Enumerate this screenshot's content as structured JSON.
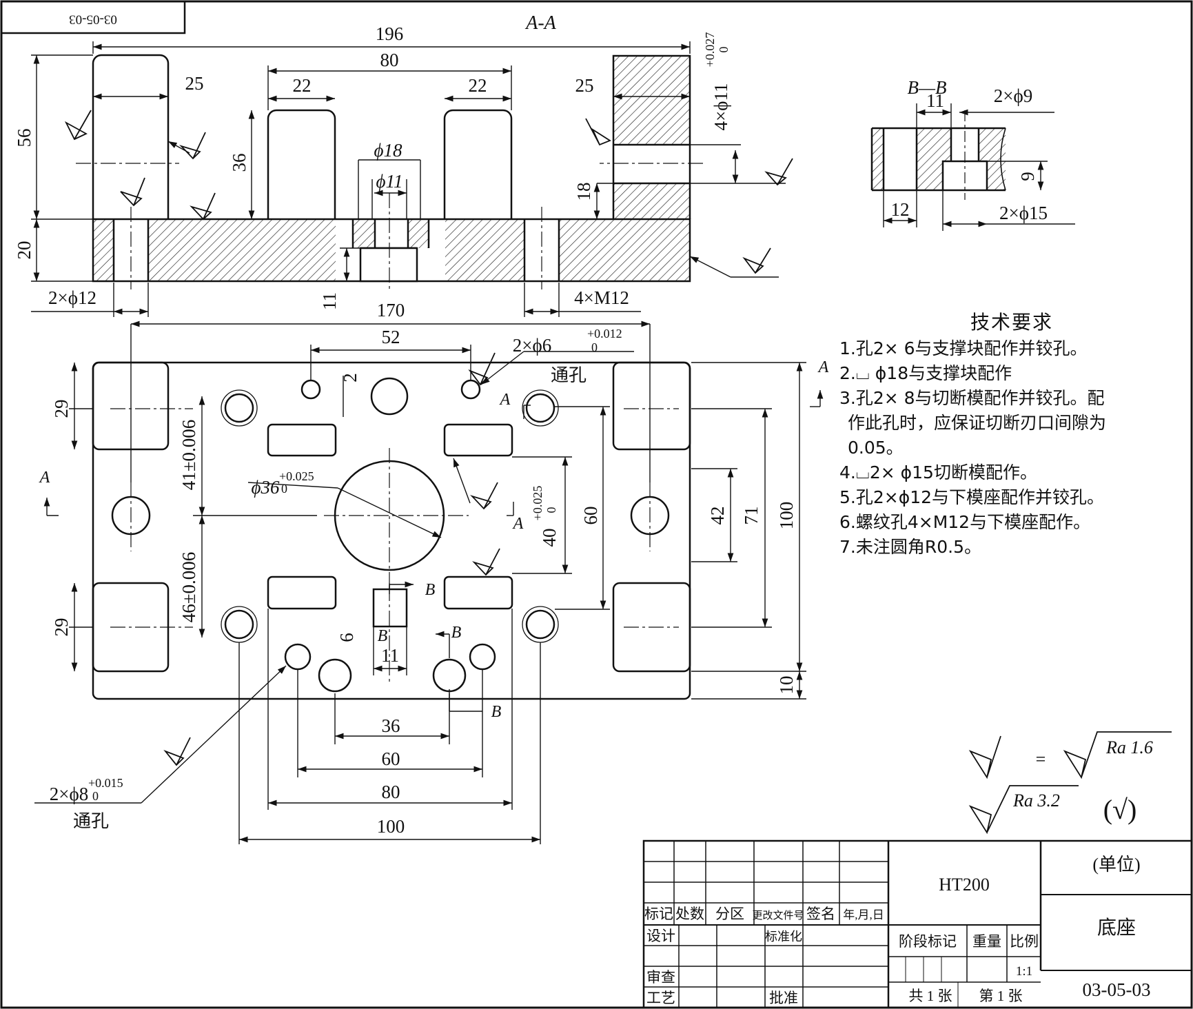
{
  "corner_code": "03-05-03",
  "section_aa": {
    "title": "A-A",
    "dims": {
      "overall_width": "196",
      "inner_width": "80",
      "left_block_width": "25",
      "right_block_width": "25",
      "support_left_width": "22",
      "support_right_width": "22",
      "height_total": "56",
      "base_thickness": "20",
      "support_height": "36",
      "hole_d18": "ϕ18",
      "hole_d11": "ϕ11",
      "bore_height": "18",
      "counterbore_depth": "11",
      "hole_pair_d12": "2×ϕ12",
      "thread_holes": "4×M12",
      "holes_d11_tol": "4×ϕ11",
      "holes_d11_tol_upper": "+0.027",
      "holes_d11_tol_lower": "0"
    }
  },
  "section_bb": {
    "title": "B—B",
    "dims": {
      "counterbore_width": "11",
      "through_holes": "2×ϕ9",
      "flange": "12",
      "depth": "9",
      "counterbore_holes": "2×ϕ15"
    }
  },
  "plan_view": {
    "dims": {
      "span_170": "170",
      "span_52": "52",
      "small_2": "2",
      "pin_holes": "2×ϕ6",
      "pin_upper": "+0.012",
      "pin_lower": "0",
      "through_hole_1": "通孔",
      "through_hole_2": "通孔",
      "top_29": "29",
      "bottom_29": "29",
      "upper_41": "41±0.006",
      "lower_46": "46±0.006",
      "center_bore": "ϕ36",
      "center_upper": "+0.025",
      "center_lower": "0",
      "d40": "40",
      "d40_upper": "+0.025",
      "d40_lower": "0",
      "d60_vert": "60",
      "d42": "42",
      "d71": "71",
      "d100_vert": "100",
      "d10": "10",
      "d6": "6",
      "d11_slot": "11",
      "d36_h": "36",
      "d60_h": "60",
      "d80_h": "80",
      "d100_h": "100",
      "dowel_holes": "2×ϕ8",
      "dowel_upper": "+0.015",
      "dowel_lower": "0"
    },
    "section_marks": {
      "A": "A",
      "B": "B"
    }
  },
  "technical_requirements": {
    "title": "技术要求",
    "items": [
      "1.孔2× 6与支撑块配作并铰孔。",
      "2.⌴ ϕ18与支撑块配作",
      "3.孔2× 8与切断模配作并铰孔。配",
      "作此孔时，应保证切断刃口间隙为",
      "0.05。",
      "4.⌴2× ϕ15切断模配作。",
      "5.孔2×ϕ12与下模座配作并铰孔。",
      "6.螺纹孔4×M12与下模座配作。",
      "7.未注圆角R0.5。"
    ]
  },
  "roughness": {
    "ra16": "Ra 1.6",
    "ra32": "Ra 3.2",
    "equals": "=",
    "rest": "(√)"
  },
  "title_block": {
    "material": "HT200",
    "unit": "(单位)",
    "part_name": "底座",
    "drawing_no": "03-05-03",
    "headers": [
      "标记",
      "处数",
      "分区",
      "更改文件号",
      "签名",
      "年,月,日"
    ],
    "design": "设计",
    "standardize": "标准化",
    "check": "审查",
    "process": "工艺",
    "approve": "批准",
    "stage_mark": "阶段标记",
    "weight": "重量",
    "scale_label": "比例",
    "scale": "1:1",
    "sheets_total": "共 1 张",
    "sheet_no": "第 1 张"
  }
}
